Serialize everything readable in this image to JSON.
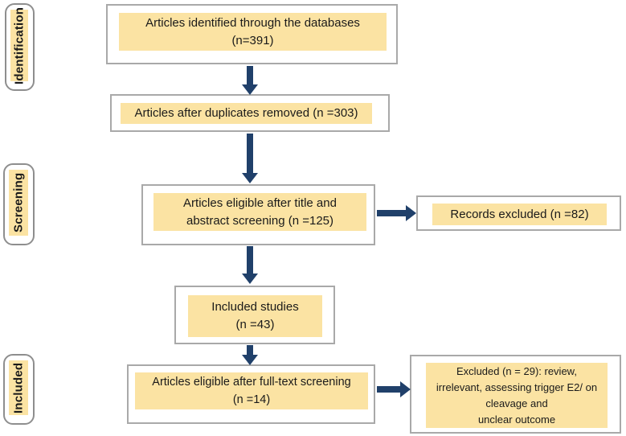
{
  "palette": {
    "highlight": "#FBE3A3",
    "arrow": "#20406A",
    "box-border": "#A9A9A9",
    "stage-border": "#8E8E8E",
    "text": "#1A1A1A"
  },
  "sidebar": {
    "stages": {
      "identification": {
        "label": "Identification"
      },
      "screening": {
        "label": "Screening"
      },
      "included": {
        "label": "Included"
      }
    }
  },
  "flow": {
    "boxes": {
      "identified": {
        "line1": "Articles identified through the databases",
        "line2": "(n=391)"
      },
      "duplicates_removed": {
        "line1": "Articles after duplicates removed (n =303)"
      },
      "title_abstract": {
        "line1": "Articles eligible after title and",
        "line2": "abstract screening (n =125)"
      },
      "records_excluded": {
        "line1": "Records excluded (n =82)"
      },
      "included_studies": {
        "line1": "Included studies",
        "line2": "(n =43)"
      },
      "full_text": {
        "line1": "Articles eligible after full-text screening",
        "line2": "(n =14)"
      },
      "excluded_full_text": {
        "line1": "Excluded (n = 29): review,",
        "line2": "irrelevant, assessing trigger E2/ on",
        "line3": "cleavage and",
        "line4": "unclear outcome"
      }
    },
    "counts": {
      "identified": 391,
      "after_duplicates_removed": 303,
      "title_abstract_eligible": 125,
      "records_excluded": 82,
      "included_studies": 43,
      "full_text_eligible": 14,
      "full_text_excluded": 29
    }
  }
}
